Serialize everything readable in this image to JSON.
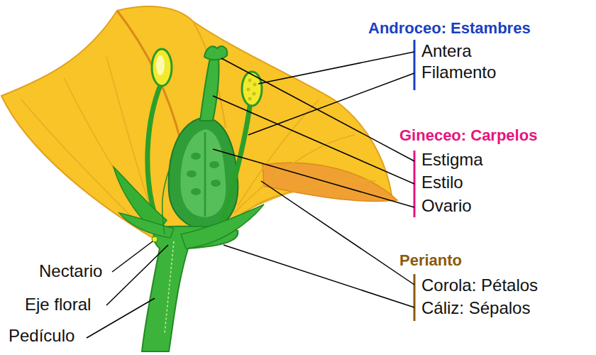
{
  "diagram": {
    "labels": [
      "Androceo: Estambres",
      "Antera",
      "Filamento",
      "Gineceo: Carpelos",
      "Estigma",
      "Estilo",
      "Ovario",
      "Perianto",
      "Corola: Pétalos",
      "Cáliz: Sépalos",
      "Nectario",
      "Eje floral",
      "Pedículo"
    ]
  }
}
